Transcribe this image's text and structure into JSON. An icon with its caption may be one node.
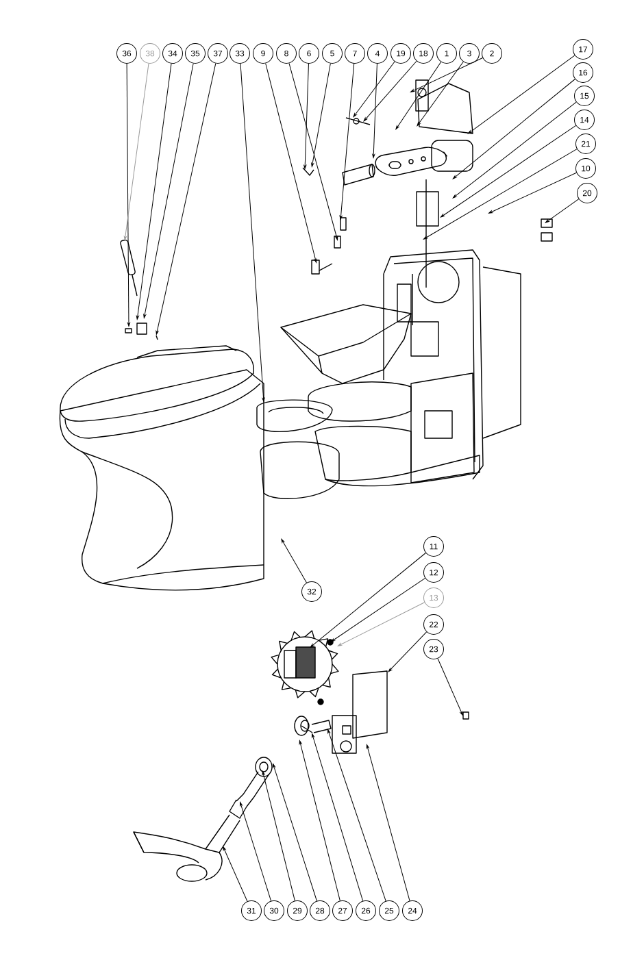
{
  "diagram": {
    "nodes": [
      {
        "text": [
          "36"
        ]
      },
      {
        "text": [
          "38"
        ]
      },
      {
        "text": [
          "34"
        ]
      },
      {
        "text": [
          "35"
        ]
      },
      {
        "text": [
          "37"
        ]
      },
      {
        "text": [
          "33"
        ]
      },
      {
        "text": [
          "9"
        ]
      },
      {
        "text": [
          "8"
        ]
      },
      {
        "text": [
          "6"
        ]
      },
      {
        "text": [
          "5"
        ]
      },
      {
        "text": [
          "7"
        ]
      },
      {
        "text": [
          "4"
        ]
      },
      {
        "text": [
          "19"
        ]
      },
      {
        "text": [
          "18"
        ]
      },
      {
        "text": [
          "1"
        ]
      },
      {
        "text": [
          "3"
        ]
      },
      {
        "text": [
          "2"
        ]
      },
      {
        "text": [
          "17"
        ]
      },
      {
        "text": [
          "16"
        ]
      },
      {
        "text": [
          "15"
        ]
      },
      {
        "text": [
          "14"
        ]
      },
      {
        "text": [
          "21"
        ]
      },
      {
        "text": [
          "10"
        ]
      },
      {
        "text": [
          "20"
        ]
      },
      {
        "text": [
          "32"
        ]
      },
      {
        "text": [
          "11"
        ]
      },
      {
        "text": [
          "12"
        ]
      },
      {
        "text": [
          "13"
        ]
      },
      {
        "text": [
          "22"
        ]
      },
      {
        "text": [
          "23"
        ]
      },
      {
        "text": [
          "31"
        ]
      },
      {
        "text": [
          "30"
        ]
      },
      {
        "text": [
          "29"
        ]
      },
      {
        "text": [
          "28"
        ]
      },
      {
        "text": [
          "27"
        ]
      },
      {
        "text": [
          "26"
        ]
      },
      {
        "text": [
          "25"
        ]
      },
      {
        "text": [
          "24"
        ]
      }
    ],
    "edges": [
      {
        "from": 0,
        "to": null,
        "arrow": "to"
      },
      {
        "from": 1,
        "to": null,
        "arrow": "to",
        "color": "#9a9a9a"
      },
      {
        "from": 2,
        "to": null,
        "arrow": "to"
      },
      {
        "from": 3,
        "to": null,
        "arrow": "to"
      },
      {
        "from": 4,
        "to": null,
        "arrow": "to"
      },
      {
        "from": 5,
        "to": null,
        "arrow": "to"
      },
      {
        "from": 6,
        "to": null,
        "arrow": "to"
      },
      {
        "from": 7,
        "to": null,
        "arrow": "to"
      },
      {
        "from": 8,
        "to": null,
        "arrow": "to"
      },
      {
        "from": 9,
        "to": null,
        "arrow": "to"
      },
      {
        "from": 10,
        "to": null,
        "arrow": "to"
      },
      {
        "from": 11,
        "to": null,
        "arrow": "to"
      },
      {
        "from": 12,
        "to": null,
        "arrow": "to"
      },
      {
        "from": 13,
        "to": null,
        "arrow": "to"
      },
      {
        "from": 14,
        "to": null,
        "arrow": "to"
      },
      {
        "from": 15,
        "to": null,
        "arrow": "to"
      },
      {
        "from": 16,
        "to": null,
        "arrow": "to"
      },
      {
        "from": 17,
        "to": null,
        "arrow": "to"
      },
      {
        "from": 18,
        "to": null,
        "arrow": "to"
      },
      {
        "from": 19,
        "to": null,
        "arrow": "to"
      },
      {
        "from": 20,
        "to": null,
        "arrow": "to"
      },
      {
        "from": 21,
        "to": null,
        "arrow": "to"
      },
      {
        "from": 22,
        "to": null,
        "arrow": "to"
      },
      {
        "from": 23,
        "to": null,
        "arrow": "to"
      },
      {
        "from": 24,
        "to": null,
        "arrow": "to"
      },
      {
        "from": 25,
        "to": null,
        "arrow": "to"
      },
      {
        "from": 26,
        "to": null,
        "arrow": "to"
      },
      {
        "from": 27,
        "to": null,
        "arrow": "to",
        "color": "#9a9a9a"
      },
      {
        "from": 28,
        "to": null,
        "arrow": "to"
      },
      {
        "from": 29,
        "to": null,
        "arrow": "to"
      },
      {
        "from": 30,
        "to": null,
        "arrow": "to"
      },
      {
        "from": 31,
        "to": null,
        "arrow": "to"
      },
      {
        "from": 32,
        "to": null,
        "arrow": "to"
      },
      {
        "from": 33,
        "to": null,
        "arrow": "to"
      },
      {
        "from": 34,
        "to": null,
        "arrow": "to"
      },
      {
        "from": 35,
        "to": null,
        "arrow": "to"
      },
      {
        "from": 36,
        "to": null,
        "arrow": "to"
      },
      {
        "from": 37,
        "to": null,
        "arrow": "to"
      }
    ]
  }
}
